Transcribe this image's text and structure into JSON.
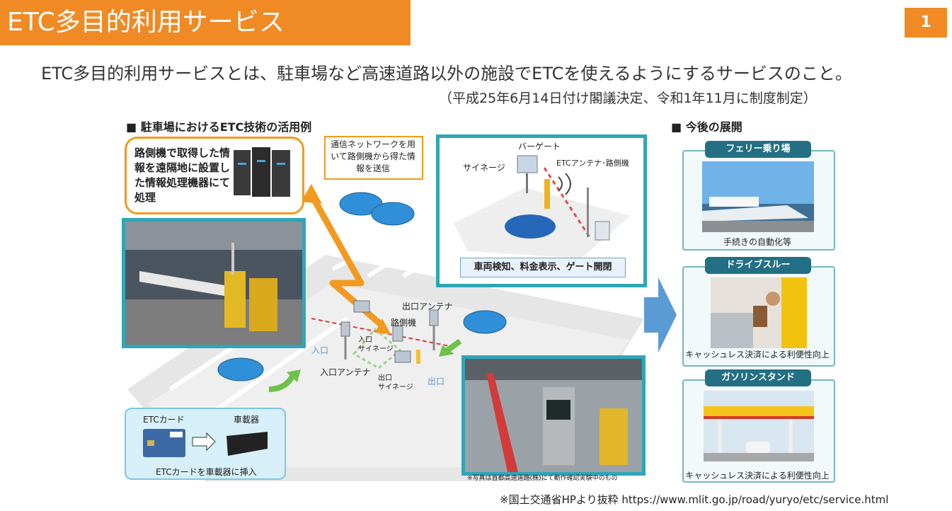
{
  "header": {
    "title": "ETC多目的利用サービス",
    "page_number": "1"
  },
  "lead": "ETC多目的利用サービスとは、駐車場など高速道路以外の施設でETCを使えるようにするサービスのこと。",
  "note": "（平成25年6月14日付け閣議決定、令和1年11月に制度制定）",
  "left_section": {
    "heading": "■ 駐車場におけるETC技術の活用例",
    "server_callout": "路側機で取得した情報を遠隔地に設置した情報処理機器にて処理",
    "network_callout": "通信ネットワークを用いて路側機から得た情報を送信",
    "gate_labels": {
      "bar_gate": "バーゲート",
      "signage": "サイネージ",
      "antenna": "ETCアンテナ･路側機"
    },
    "gate_caption": "車両検知、料金表示、ゲート開閉",
    "map_labels": {
      "exit_antenna": "出口アンテナ",
      "roadside_unit": "路側機",
      "entry_signage": "入口\nサイネージ",
      "entry": "入口",
      "entry_antenna": "入口アンテナ",
      "exit_signage": "出口\nサイネージ",
      "exit": "出口"
    },
    "etc_box": {
      "card_label": "ETCカード",
      "device_label": "車載器",
      "caption": "ETCカードを車載器に挿入"
    },
    "photo_note": "※写真は首都高速道路(株)にて動作確認実験中のもの"
  },
  "right_section": {
    "heading": "■ 今後の展開",
    "items": [
      {
        "title": "フェリー乗り場",
        "caption": "手続きの自動化等"
      },
      {
        "title": "ドライブスルー",
        "caption": "キャッシュレス決済による利便性向上"
      },
      {
        "title": "ガソリンスタンド",
        "caption": "キャッシュレス決済による利便性向上"
      }
    ]
  },
  "source": "※国土交通省HPより抜粋  https://www.mlit.go.jp/road/yuryo/etc/service.html",
  "colors": {
    "accent": "#f08a24",
    "teal": "#2fa6b8",
    "dark_teal": "#236f84",
    "arrow": "#5b9bd5"
  }
}
